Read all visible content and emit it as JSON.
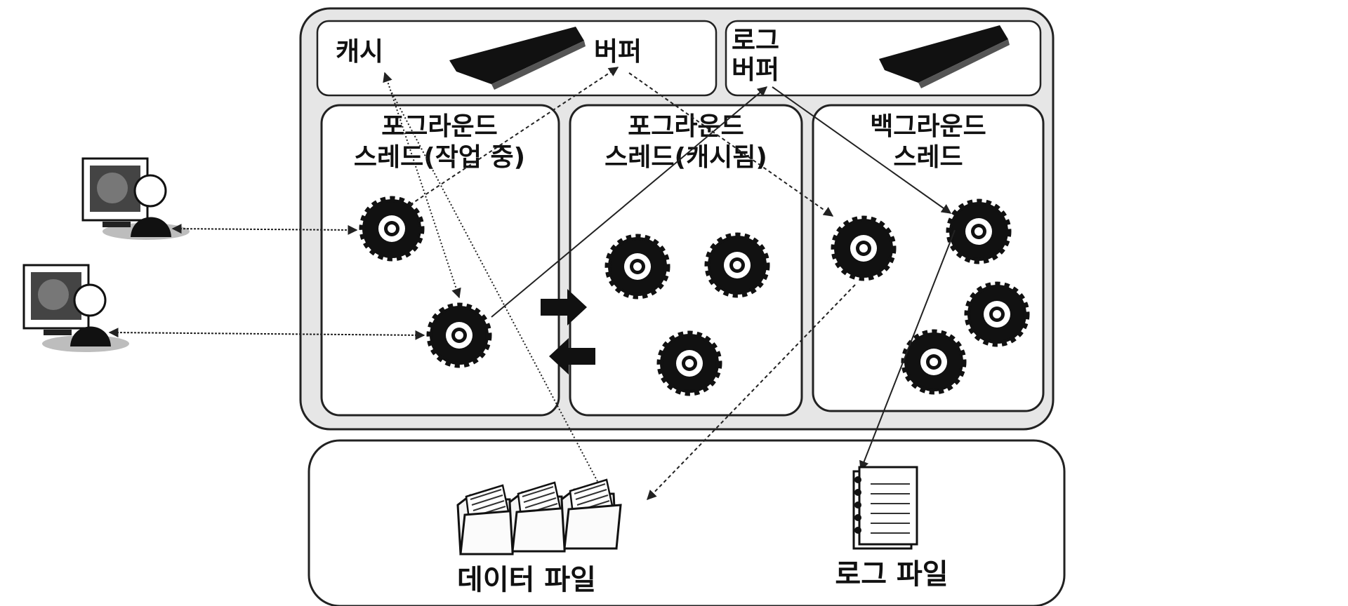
{
  "cache_label": "캐시",
  "buffer_label": "버퍼",
  "log_buffer_label": [
    "로그",
    "버퍼"
  ],
  "foreground_working_label": [
    "포그라운드",
    "스레드(작업 중)"
  ],
  "foreground_cached_label": [
    "포그라운드",
    "스레드(캐시됨)"
  ],
  "background_label": [
    "백그라운드",
    "스레드"
  ],
  "data_file_label": "데이터 파일",
  "log_file_label": "로그 파일",
  "colors": {
    "ink": "#111111",
    "panel": "#ffffff",
    "outer": "#e6e6e6",
    "line": "#222222"
  },
  "icons": [
    "client-computer-icon",
    "memory-module-icon",
    "gear-icon",
    "folder-icon",
    "notebook-icon",
    "move-arrow-icon"
  ]
}
